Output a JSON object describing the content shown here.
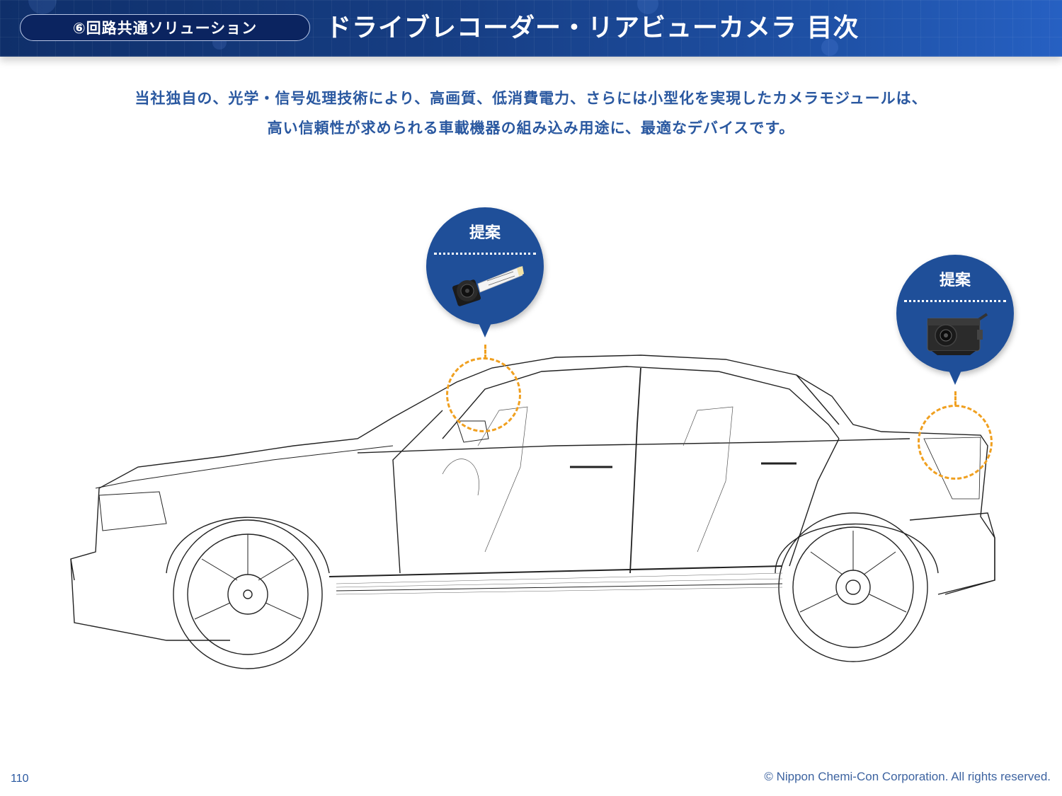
{
  "header": {
    "section_label": "⑥回路共通ソリューション",
    "title": "ドライブレコーダー・リアビューカメラ 目次",
    "colors": {
      "header_start": "#0f2f6a",
      "header_end": "#2660c2",
      "pill_bg": "#0b2460"
    }
  },
  "intro": {
    "line1": "当社独自の、光学・信号処理技術により、高画質、低消費電力、さらには小型化を実現したカメラモジュールは、",
    "line2": "高い信頼性が求められる車載機器の組み込み用途に、最適なデバイスです。",
    "color": "#2a58a0"
  },
  "callouts": [
    {
      "label": "提案",
      "product_icon": "camera-module-icon",
      "location": "windshield"
    },
    {
      "label": "提案",
      "product_icon": "rearview-camera-icon",
      "location": "trunk-rear"
    }
  ],
  "illustration": {
    "icon": "car-wireframe-icon"
  },
  "colors": {
    "bubble": "#1f4f99",
    "highlight": "#f0a020"
  },
  "footer": {
    "page_number": "110",
    "copyright": "© Nippon Chemi-Con Corporation. All rights reserved."
  }
}
